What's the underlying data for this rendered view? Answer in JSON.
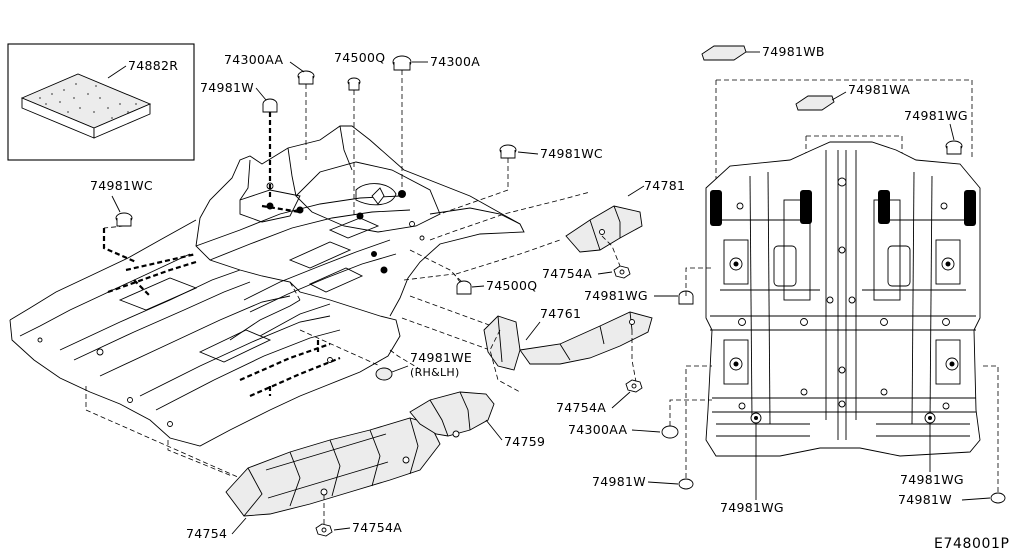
{
  "diagram_code": "E748001P",
  "labels": {
    "p74882R": "74882R",
    "p74300AA_top": "74300AA",
    "p74500Q_top": "74500Q",
    "p74300A": "74300A",
    "p74981W_top": "74981W",
    "p74981WC_right": "74981WC",
    "p74981WC_left": "74981WC",
    "p74781": "74781",
    "p74754A_mid": "74754A",
    "p74500Q_mid": "74500Q",
    "p74981WG_mid": "74981WG",
    "p74761": "74761",
    "p74981WE": "74981WE",
    "p74981WE_note": "(RH&LH)",
    "p74754A_low": "74754A",
    "p74759": "74759",
    "p74754": "74754",
    "p74754A_bottom": "74754A",
    "p74981WB": "74981WB",
    "p74981WA": "74981WA",
    "p74981WG_top": "74981WG",
    "p74300AA_low": "74300AA",
    "p74981W_low_left": "74981W",
    "p74981WG_bottom": "74981WG",
    "p74981WG_right": "74981WG",
    "p74981W_right": "74981W"
  }
}
